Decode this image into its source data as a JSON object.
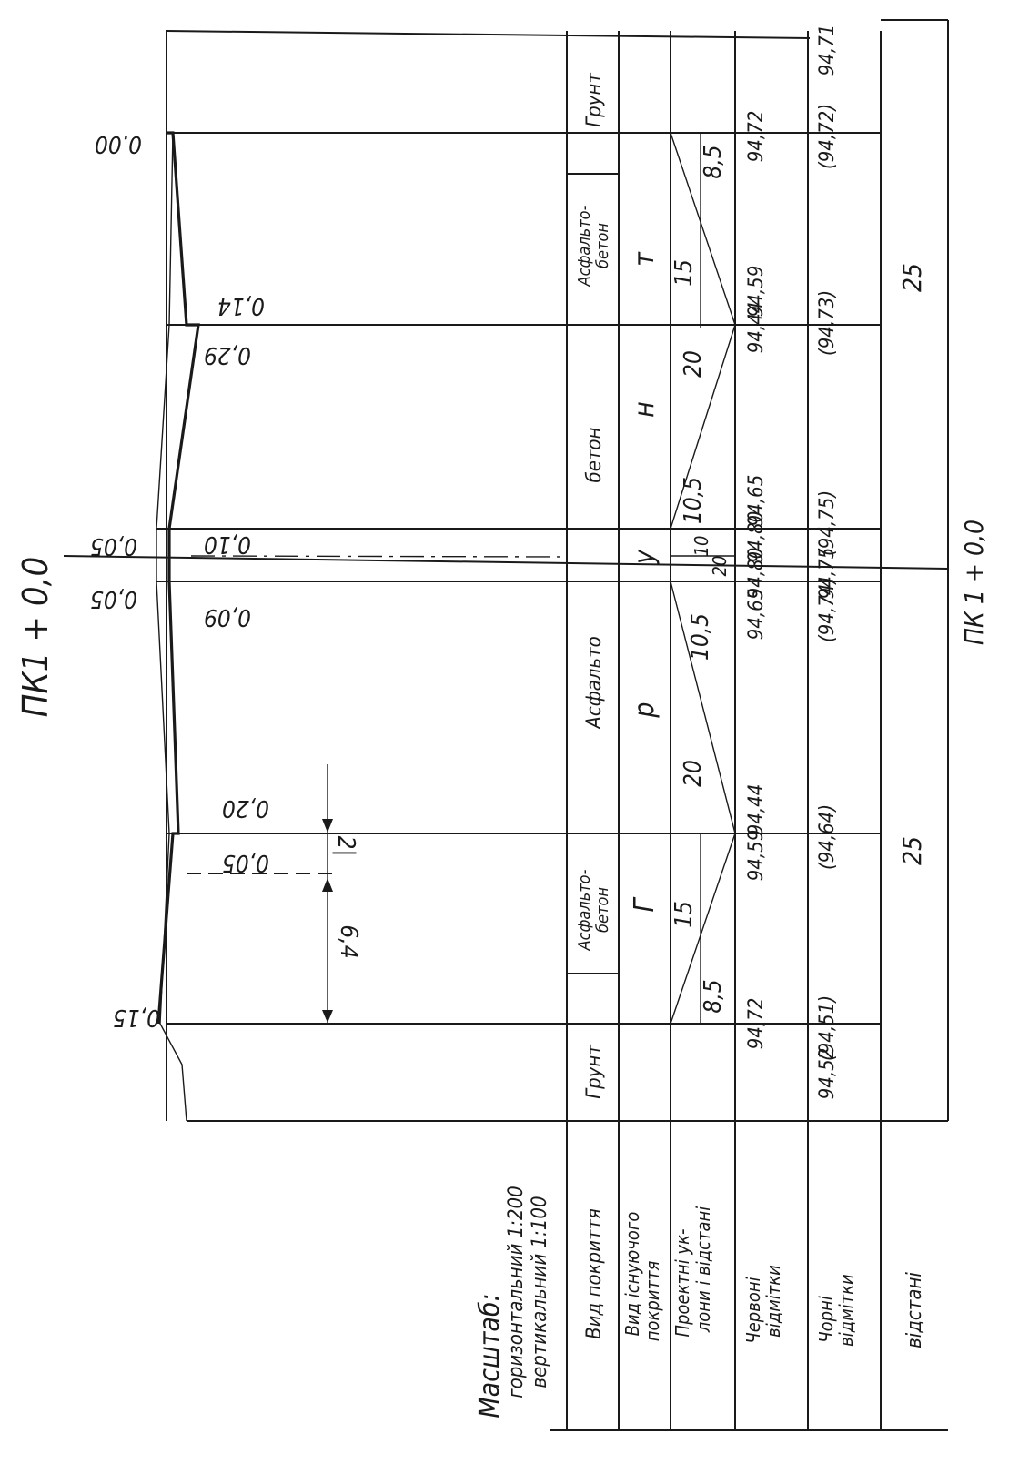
{
  "station_label": "ПК1 + 0,0",
  "scale": {
    "title": "Масштаб:",
    "horizontal": "горизонтальний 1:200",
    "vertical": "вертикальний 1:100"
  },
  "row_labels": {
    "cover_type": "Вид покриття",
    "existing_cover": [
      "Вид існуючого",
      "покриття"
    ],
    "design_slopes": [
      "Проектні ук-",
      "лони і відстані"
    ],
    "red_marks": [
      "Червоні",
      "відмітки"
    ],
    "black_marks": [
      "Чорні",
      "відмітки"
    ],
    "distances": "відстані"
  },
  "cover_segments": {
    "soil_bottom": "Грунт",
    "asphalt_concrete_1": [
      "Асфальто-",
      "бетон"
    ],
    "asphalt": "Асфальто",
    "concrete": "бетон",
    "asphalt_concrete_2": [
      "Асфальто-",
      "бетон"
    ],
    "soil_top": "Грунт"
  },
  "existing_cover_letters": [
    "Г",
    "р",
    "у",
    "н",
    "т"
  ],
  "design_distances": [
    "8,5",
    "15",
    "20",
    "10,5",
    "20",
    "10",
    "10,5",
    "20",
    "15",
    "8,5"
  ],
  "red_marks": [
    "94,72",
    "94,59",
    "94,44",
    "94,65",
    "94,80",
    "94,80",
    "94,65",
    "94,44",
    "94,59",
    "94,72"
  ],
  "black_marks": [
    "94,52",
    "(94,51)",
    "(94,64)",
    "(94,74)",
    "94,75",
    "(94,75)",
    "(94,73)",
    "(94,72)",
    "94,71"
  ],
  "distances": [
    "25",
    "25"
  ],
  "station_bottom": "ПК 1 + 0,0",
  "depths": [
    "0,15",
    "0,05",
    "0,20",
    "0,09",
    "0,05",
    "0,05",
    "0,10",
    "0,29",
    "0,14",
    "0.00"
  ],
  "dimension_marks": [
    "6,4",
    "2|"
  ]
}
